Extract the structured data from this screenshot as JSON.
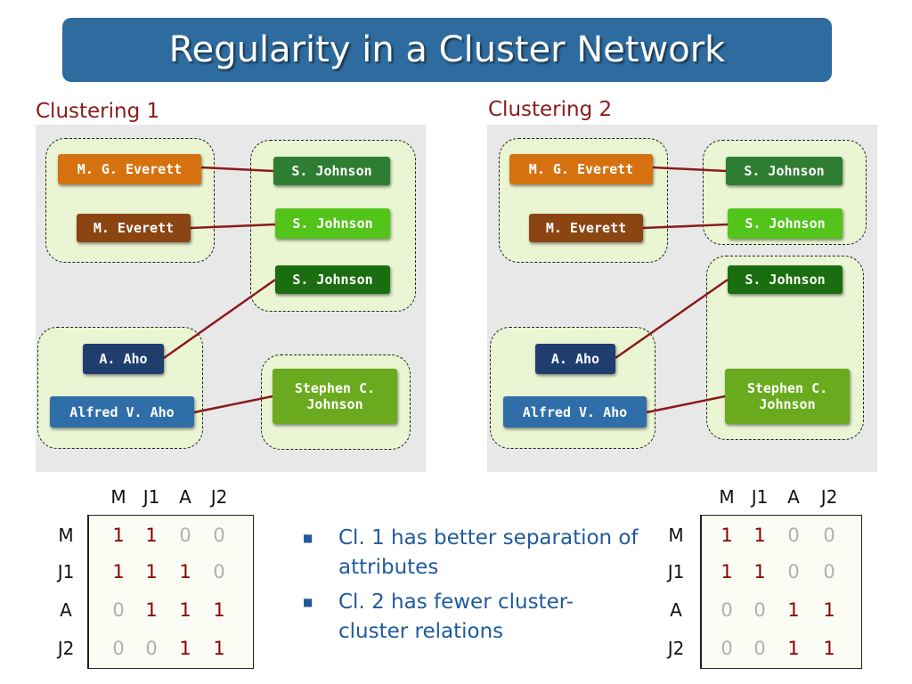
{
  "title": "Regularity in a Cluster Network",
  "colors": {
    "title_bg": "#2e6b9e",
    "label_red": "#8b1a1a",
    "node_orange": "#d5720f",
    "node_brown": "#8b4513",
    "node_green_dark": "#2e7d32",
    "node_green_bright": "#52c41a",
    "node_green_deep": "#1b6e10",
    "node_green_olive": "#6aaa1e",
    "node_blue_dark": "#1f3e6e",
    "node_blue": "#2f6ea8",
    "edge": "#8b1a1a",
    "cluster_fill": "#eaf5d3",
    "one_color": "#8b0000",
    "zero_color": "#b0b0b0",
    "bullet_text": "#1f5a9e"
  },
  "clustering1": {
    "label": "Clustering 1",
    "nodes": {
      "mg_everett": "M. G. Everett",
      "m_everett": "M. Everett",
      "sjohnson_1": "S. Johnson",
      "sjohnson_2": "S. Johnson",
      "sjohnson_3": "S. Johnson",
      "a_aho": "A. Aho",
      "alfred_aho": "Alfred V. Aho",
      "stephen_johnson": "Stephen C.\nJohnson"
    }
  },
  "clustering2": {
    "label": "Clustering 2",
    "nodes": {
      "mg_everett": "M. G. Everett",
      "m_everett": "M. Everett",
      "sjohnson_1": "S. Johnson",
      "sjohnson_2": "S. Johnson",
      "sjohnson_3": "S. Johnson",
      "a_aho": "A. Aho",
      "alfred_aho": "Alfred V. Aho",
      "stephen_johnson": "Stephen C.\nJohnson"
    }
  },
  "matrix_labels": [
    "M",
    "J1",
    "A",
    "J2"
  ],
  "matrix1": [
    [
      "1",
      "1",
      "0",
      "0"
    ],
    [
      "1",
      "1",
      "1",
      "0"
    ],
    [
      "0",
      "1",
      "1",
      "1"
    ],
    [
      "0",
      "0",
      "1",
      "1"
    ]
  ],
  "matrix2": [
    [
      "1",
      "1",
      "0",
      "0"
    ],
    [
      "1",
      "1",
      "0",
      "0"
    ],
    [
      "0",
      "0",
      "1",
      "1"
    ],
    [
      "0",
      "0",
      "1",
      "1"
    ]
  ],
  "bullets": [
    "Cl. 1 has better separation of attributes",
    "Cl. 2 has fewer cluster-cluster relations"
  ]
}
